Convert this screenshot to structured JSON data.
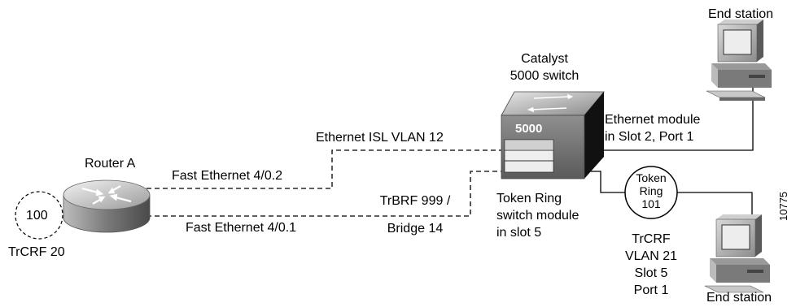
{
  "devices": {
    "router": {
      "label": "Router A"
    },
    "ring_100": {
      "label": "100"
    },
    "trcrf_20": {
      "label": "TrCRF 20"
    },
    "switch": {
      "label_line1": "Catalyst",
      "label_line2": "5000 switch",
      "face_label": "5000"
    },
    "end_station_top": {
      "label": "End station"
    },
    "end_station_bottom": {
      "label": "End station"
    },
    "token_ring": {
      "line1": "Token",
      "line2": "Ring",
      "line3": "101"
    }
  },
  "links": {
    "ethernet_isl": {
      "label": "Ethernet ISL VLAN 12"
    },
    "fast_eth_02": {
      "label": "Fast Ethernet 4/0.2"
    },
    "fast_eth_01": {
      "label": "Fast Ethernet 4/0.1"
    },
    "trbrf": {
      "line1": "TrBRF 999 /",
      "line2": "Bridge 14"
    }
  },
  "modules": {
    "ethernet_module": {
      "line1": "Ethernet module",
      "line2": "in Slot 2, Port 1"
    },
    "token_ring_module": {
      "line1": "Token Ring",
      "line2": "switch module",
      "line3": "in slot 5"
    }
  },
  "trcrf_vlan": {
    "line1": "TrCRF",
    "line2": "VLAN 21",
    "line3": "Slot 5",
    "line4": "Port 1"
  },
  "figure_id": "10775",
  "colors": {
    "line": "#000000",
    "device_dark": "#1a1a1a",
    "device_mid": "#8c8c8c",
    "device_light": "#d9d9d9"
  }
}
